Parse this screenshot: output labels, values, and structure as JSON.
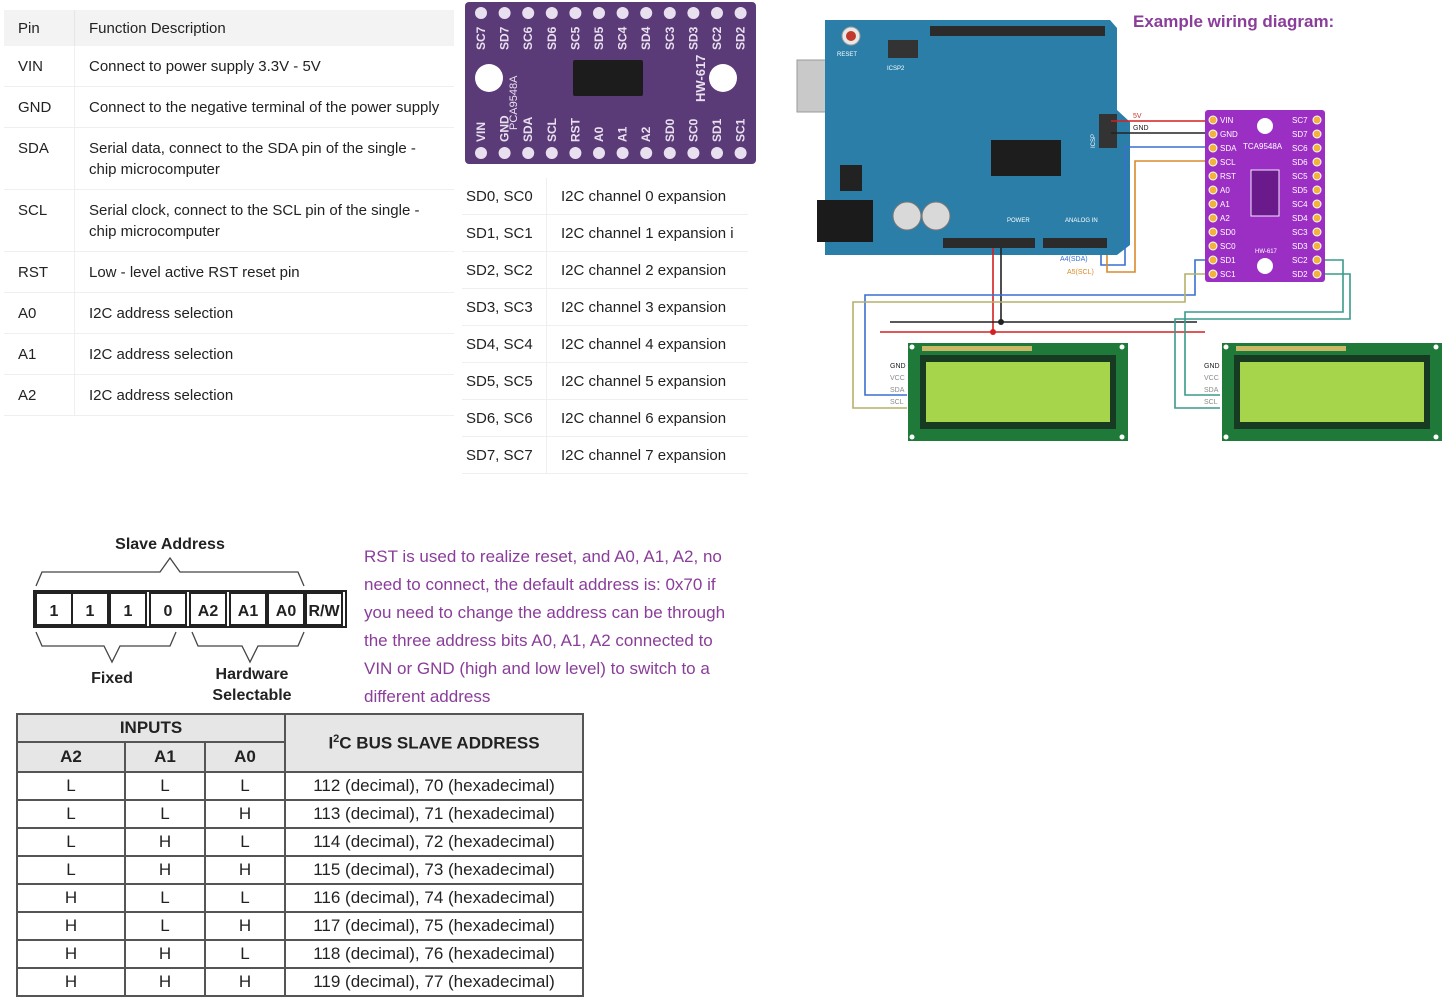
{
  "pin_table": {
    "headers": [
      "Pin",
      "Function Description"
    ],
    "rows": [
      {
        "pin": "VIN",
        "desc": "Connect to power supply 3.3V - 5V"
      },
      {
        "pin": "GND",
        "desc": "Connect to the negative terminal of the power supply"
      },
      {
        "pin": "SDA",
        "desc": "Serial data, connect to the SDA pin of the single - chip microcomputer"
      },
      {
        "pin": "SCL",
        "desc": "Serial clock, connect to the SCL pin of the single - chip microcomputer"
      },
      {
        "pin": "RST",
        "desc": "Low - level active RST reset pin"
      },
      {
        "pin": "A0",
        "desc": "I2C address selection"
      },
      {
        "pin": "A1",
        "desc": "I2C address selection"
      },
      {
        "pin": "A2",
        "desc": "I2C address selection"
      }
    ]
  },
  "module": {
    "top_pins": [
      "SC7",
      "SD7",
      "SC6",
      "SD6",
      "SC5",
      "SD5",
      "SC4",
      "SD4",
      "SC3",
      "SD3",
      "SC2",
      "SD2"
    ],
    "bottom_pins": [
      "VIN",
      "GND",
      "SDA",
      "SCL",
      "RST",
      "A0",
      "A1",
      "A2",
      "SD0",
      "SC0",
      "SD1",
      "SC1"
    ],
    "chip_label": "PCA9548A",
    "model": "HW-617",
    "colors": {
      "board": "#5b3a78",
      "pad": "#e8e0ee",
      "chip": "#1c1c1c"
    }
  },
  "channel_table": {
    "rows": [
      {
        "pins": "SD0, SC0",
        "desc": "I2C channel 0 expansion"
      },
      {
        "pins": "SD1, SC1",
        "desc": "I2C channel 1 expansion i"
      },
      {
        "pins": "SD2, SC2",
        "desc": "I2C channel 2 expansion"
      },
      {
        "pins": "SD3, SC3",
        "desc": "I2C channel 3 expansion"
      },
      {
        "pins": "SD4, SC4",
        "desc": "I2C channel 4 expansion"
      },
      {
        "pins": "SD5, SC5",
        "desc": "I2C channel 5 expansion"
      },
      {
        "pins": "SD6, SC6",
        "desc": "I2C channel 6 expansion"
      },
      {
        "pins": "SD7, SC7",
        "desc": "I2C channel 7 expansion"
      }
    ]
  },
  "wiring": {
    "title": "Example wiring diagram:",
    "arduino_labels": {
      "reset": "RESET",
      "icsp2": "ICSP2",
      "icsp": "ICSP",
      "power": "POWER",
      "analog": "ANALOG IN"
    },
    "wire_labels": {
      "v5": "5V",
      "gnd": "GND",
      "a4": "A4(SDA)",
      "a5": "A5(SCL)"
    },
    "mux_left_pins": [
      "VIN",
      "GND",
      "SDA",
      "SCL",
      "RST",
      "A0",
      "A1",
      "A2",
      "SD0",
      "SC0",
      "SD1",
      "SC1"
    ],
    "mux_right_pins": [
      "SC7",
      "SD7",
      "SC6",
      "SD6",
      "SC5",
      "SD5",
      "SC4",
      "SD4",
      "SC3",
      "SD3",
      "SC2",
      "SD2"
    ],
    "mux_chip": "TCA9548A",
    "mux_model": "HW-617",
    "lcd_pins": [
      "GND",
      "VCC",
      "SDA",
      "SCL"
    ],
    "colors": {
      "arduino": "#2a7ea8",
      "mux": "#9b2fc4",
      "lcd_board": "#1f7a3a",
      "lcd_screen": "#a6d44a",
      "wire_red": "#d32020",
      "wire_black": "#222222",
      "wire_blue": "#3a6fd0",
      "wire_orange": "#d98a2b",
      "wire_teal": "#3a9a8a",
      "wire_olive": "#b5b06a"
    }
  },
  "slave_address": {
    "title": "Slave Address",
    "bits": [
      "1",
      "1",
      "1",
      "0",
      "A2",
      "A1",
      "A0",
      "R/W"
    ],
    "fixed_label": "Fixed",
    "hardware_label_line1": "Hardware",
    "hardware_label_line2": "Selectable"
  },
  "note": {
    "text": "RST is used to realize reset, and A0, A1, A2, no need to connect, the default address is: 0x70 if you need to change the address can be through the three address bits A0, A1, A2 connected to VIN or GND (high and low level) to switch to a different address"
  },
  "address_table": {
    "inputs_label": "INPUTS",
    "col_a2": "A2",
    "col_a1": "A1",
    "col_a0": "A0",
    "bus_label_i": "I",
    "bus_label_sup": "2",
    "bus_label_rest": "C BUS SLAVE ADDRESS",
    "rows": [
      {
        "a2": "L",
        "a1": "L",
        "a0": "L",
        "addr": "112 (decimal), 70 (hexadecimal)"
      },
      {
        "a2": "L",
        "a1": "L",
        "a0": "H",
        "addr": "113 (decimal), 71 (hexadecimal)"
      },
      {
        "a2": "L",
        "a1": "H",
        "a0": "L",
        "addr": "114 (decimal), 72 (hexadecimal)"
      },
      {
        "a2": "L",
        "a1": "H",
        "a0": "H",
        "addr": "115 (decimal), 73 (hexadecimal)"
      },
      {
        "a2": "H",
        "a1": "L",
        "a0": "L",
        "addr": "116 (decimal), 74 (hexadecimal)"
      },
      {
        "a2": "H",
        "a1": "L",
        "a0": "H",
        "addr": "117 (decimal), 75 (hexadecimal)"
      },
      {
        "a2": "H",
        "a1": "H",
        "a0": "L",
        "addr": "118 (decimal), 76 (hexadecimal)"
      },
      {
        "a2": "H",
        "a1": "H",
        "a0": "H",
        "addr": "119 (decimal), 77 (hexadecimal)"
      }
    ]
  }
}
